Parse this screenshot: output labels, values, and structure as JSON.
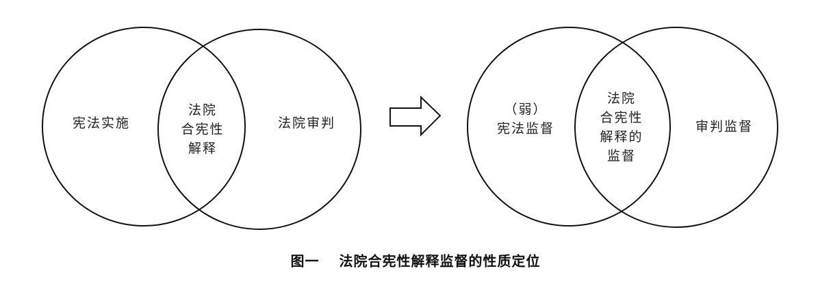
{
  "left_diagram": {
    "circle_left_label": "宪法实施",
    "overlap_lines": [
      "法院",
      "合宪性",
      "解释"
    ],
    "circle_right_label": "法院审判"
  },
  "right_diagram": {
    "circle_left_lines": [
      "（弱）",
      "宪法监督"
    ],
    "overlap_lines": [
      "法院",
      "合宪性",
      "解释的",
      "监督"
    ],
    "circle_right_label": "审判监督"
  },
  "caption": "图一　 法院合宪性解释监督的性质定位"
}
